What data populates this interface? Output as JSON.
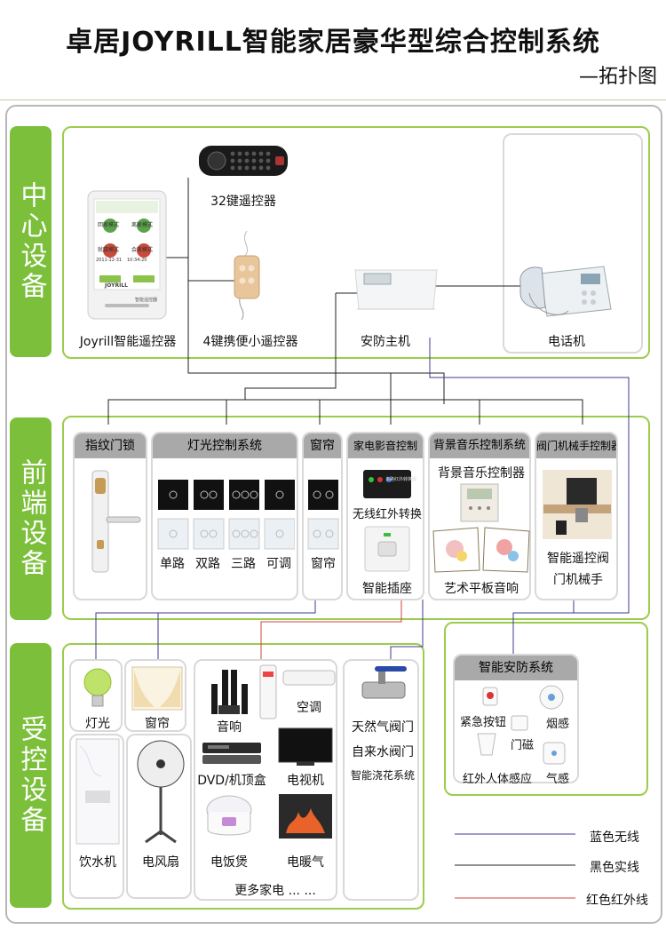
{
  "title": "卓居JOYRILL智能家居豪华型综合控制系统",
  "subtitle": "—拓扑图",
  "sections": {
    "center": "中心设备",
    "front": "前端设备",
    "controlled": "受控设备"
  },
  "center": {
    "remote32": "32键遥控器",
    "joyrill": "Joyrill智能遥控器",
    "remote4": "4键携便小遥控器",
    "security_host": "安防主机",
    "phone": "电话机",
    "screen": {
      "btn1": "回家模式",
      "btn2": "离家模式",
      "btn3": "就寝模式",
      "btn4": "会客模式",
      "brand": "JOYRILL",
      "date": "2011-12-31",
      "time": "10:34:20",
      "sub": "智能遥控器"
    }
  },
  "front": {
    "fingerprint": "指纹门锁",
    "lighting": {
      "header": "灯光控制系统",
      "labels": [
        "单路",
        "双路",
        "三路",
        "可调"
      ]
    },
    "curtain": {
      "header": "窗帘",
      "label": "窗帘"
    },
    "av": {
      "header": "家电影音控制",
      "ir": "无线红外转换",
      "socket": "智能插座",
      "device_text": "多路红外转换器"
    },
    "music": {
      "header": "背景音乐控制系统",
      "controller": "背景音乐控制器",
      "speaker": "艺术平板音响"
    },
    "valve": {
      "header": "阀门机械手控制器",
      "label1": "智能遥控阀",
      "label2": "门机械手"
    }
  },
  "controlled": {
    "light": "灯光",
    "curtain": "窗帘",
    "audio": "音响",
    "aircon": "空调",
    "dvd": "DVD/机顶盒",
    "tv": "电视机",
    "water": "饮水机",
    "fan": "电风扇",
    "cooker": "电饭煲",
    "heater": "电暖气",
    "more": "更多家电 ... ...",
    "gas": "天然气阀门",
    "tap": "自来水阀门",
    "garden": "智能浇花系统"
  },
  "security_sys": {
    "header": "智能安防系统",
    "panic": "紧急按钮",
    "smoke": "烟感",
    "door": "门磁",
    "pir": "红外人体感应",
    "gas": "气感"
  },
  "legend": [
    {
      "label": "蓝色无线",
      "color": "#3b3b8f"
    },
    {
      "label": "黑色实线",
      "color": "#222222"
    },
    {
      "label": "红色红外线",
      "color": "#d24040"
    }
  ]
}
